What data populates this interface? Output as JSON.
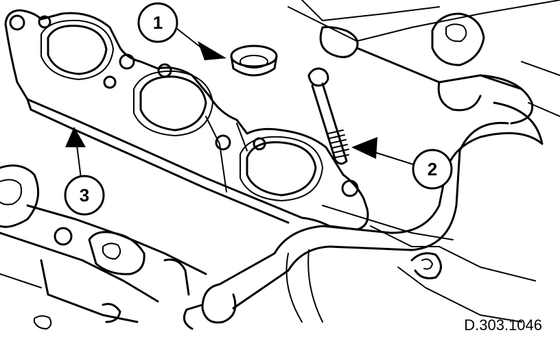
{
  "callouts": [
    {
      "id": "1",
      "label": "1"
    },
    {
      "id": "2",
      "label": "2"
    },
    {
      "id": "3",
      "label": "3"
    }
  ],
  "figure_ref": "D.303.1046"
}
